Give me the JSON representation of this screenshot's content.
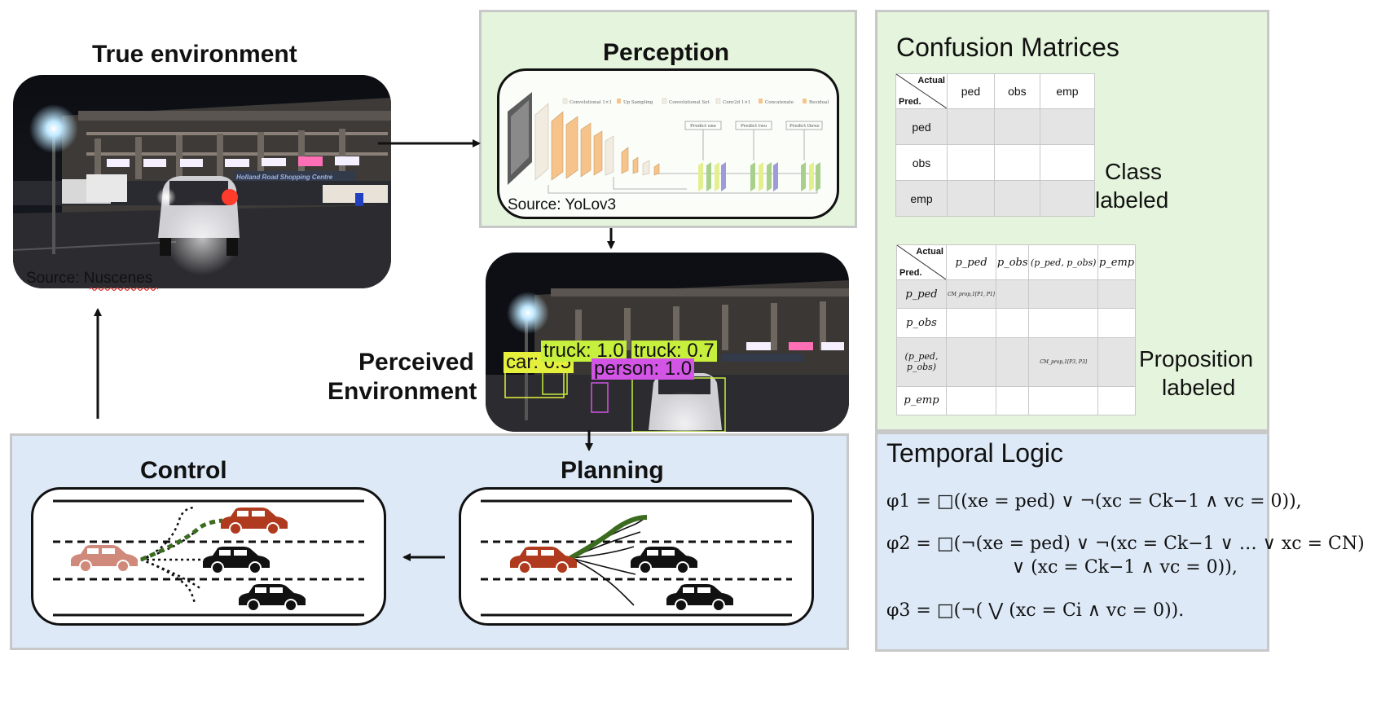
{
  "true_env": {
    "title": "True environment",
    "source": "Source: Nuscenes",
    "scene_sign": "Holland Road Shopping Centre"
  },
  "perception": {
    "title": "Perception",
    "source": "Source: YoLov3",
    "legend": [
      "Convolutional 1×1",
      "Up Sampling",
      "Convolutional Set",
      "Conv2d 1×1",
      "Concatenate",
      "Residual"
    ],
    "outputs": [
      "Predict one",
      "Predict two",
      "Predict three"
    ]
  },
  "perceived": {
    "title_line1": "Perceived",
    "title_line2": "Environment",
    "detections": [
      {
        "label": "car: 0.5",
        "color": "#e4f03c"
      },
      {
        "label": "truck: 1.0",
        "color": "#c7ef3d"
      },
      {
        "label": "truck: 0.7",
        "color": "#c7ef3d"
      },
      {
        "label": "person: 1.0",
        "color": "#d255e6"
      }
    ]
  },
  "confusion": {
    "title": "Confusion Matrices",
    "class_table": {
      "corner_actual": "Actual",
      "corner_pred": "Pred.",
      "columns": [
        "ped",
        "obs",
        "emp"
      ],
      "rows": [
        "ped",
        "obs",
        "emp"
      ]
    },
    "class_label_line1": "Class",
    "class_label_line2": "labeled",
    "prop_table": {
      "corner_actual": "Actual",
      "corner_pred": "Pred.",
      "columns": [
        "p_ped",
        "p_obs",
        "(p_ped, p_obs)",
        "p_emp"
      ],
      "rows": [
        "p_ped",
        "p_obs",
        "(p_ped, p_obs)",
        "p_emp"
      ],
      "cell_a": "CM_prop,1[P1, P1]",
      "cell_b": "CM_prop,1[P3, P3]"
    },
    "prop_label_line1": "Proposition",
    "prop_label_line2": "labeled"
  },
  "temporal": {
    "title": "Temporal Logic",
    "phi1": "φ1 = □((xe = ped) ∨ ¬(xc = Ck−1 ∧ vc = 0)),",
    "phi2_line1": "φ2 = □(¬(xe = ped) ∨ ¬(xc = Ck−1 ∨ … ∨ xc = CN)",
    "phi2_line2": "∨ (xc = Ck−1 ∧ vc = 0)),",
    "phi3": "φ3 = □(¬( ⋁ (xc = Ci ∧ vc = 0))."
  },
  "control": {
    "title": "Control"
  },
  "planning": {
    "title": "Planning"
  },
  "colors": {
    "green_panel": "#e5f4dc",
    "blue_panel": "#dde9f7",
    "ego_car": "#b03a1e",
    "ghost_car": "#d08a7c",
    "path": "#3a6b1e"
  }
}
